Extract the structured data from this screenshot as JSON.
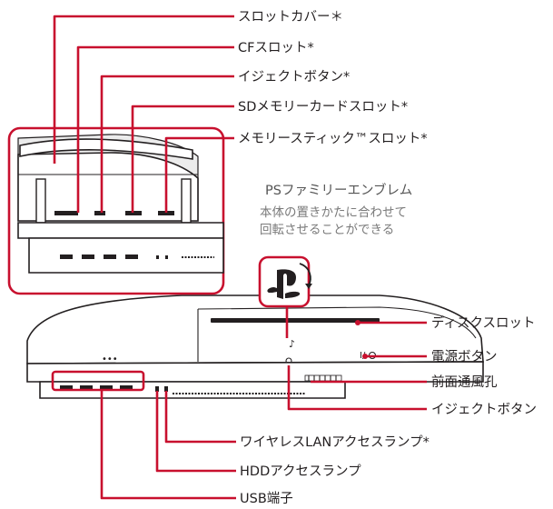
{
  "labels": {
    "slot_cover": "スロットカバー＊",
    "cf_slot": "CFスロット*",
    "eject_button_top": "イジェクトボタン*",
    "sd_slot": "SDメモリーカードスロット*",
    "memory_stick_slot": "メモリースティック™スロット*",
    "disc_slot": "ディスクスロット",
    "power_button": "電源ボタン",
    "front_vents": "前面通風孔",
    "eject_button": "イジェクトボタン",
    "wireless_lamp": "ワイヤレスLANアクセスランプ*",
    "hdd_lamp": "HDDアクセスランプ",
    "usb_port": "USB端子"
  },
  "emblem": {
    "title": "PSファミリーエンブレム",
    "note_line1": "本体の置きかたに合わせて",
    "note_line2": "回転させることができる"
  },
  "colors": {
    "leader": "#c8102e",
    "outline": "#231f20",
    "note_text": "#7a7a7a"
  },
  "icons": [
    "playstation-logo-icon",
    "rotate-arrow-icon"
  ]
}
